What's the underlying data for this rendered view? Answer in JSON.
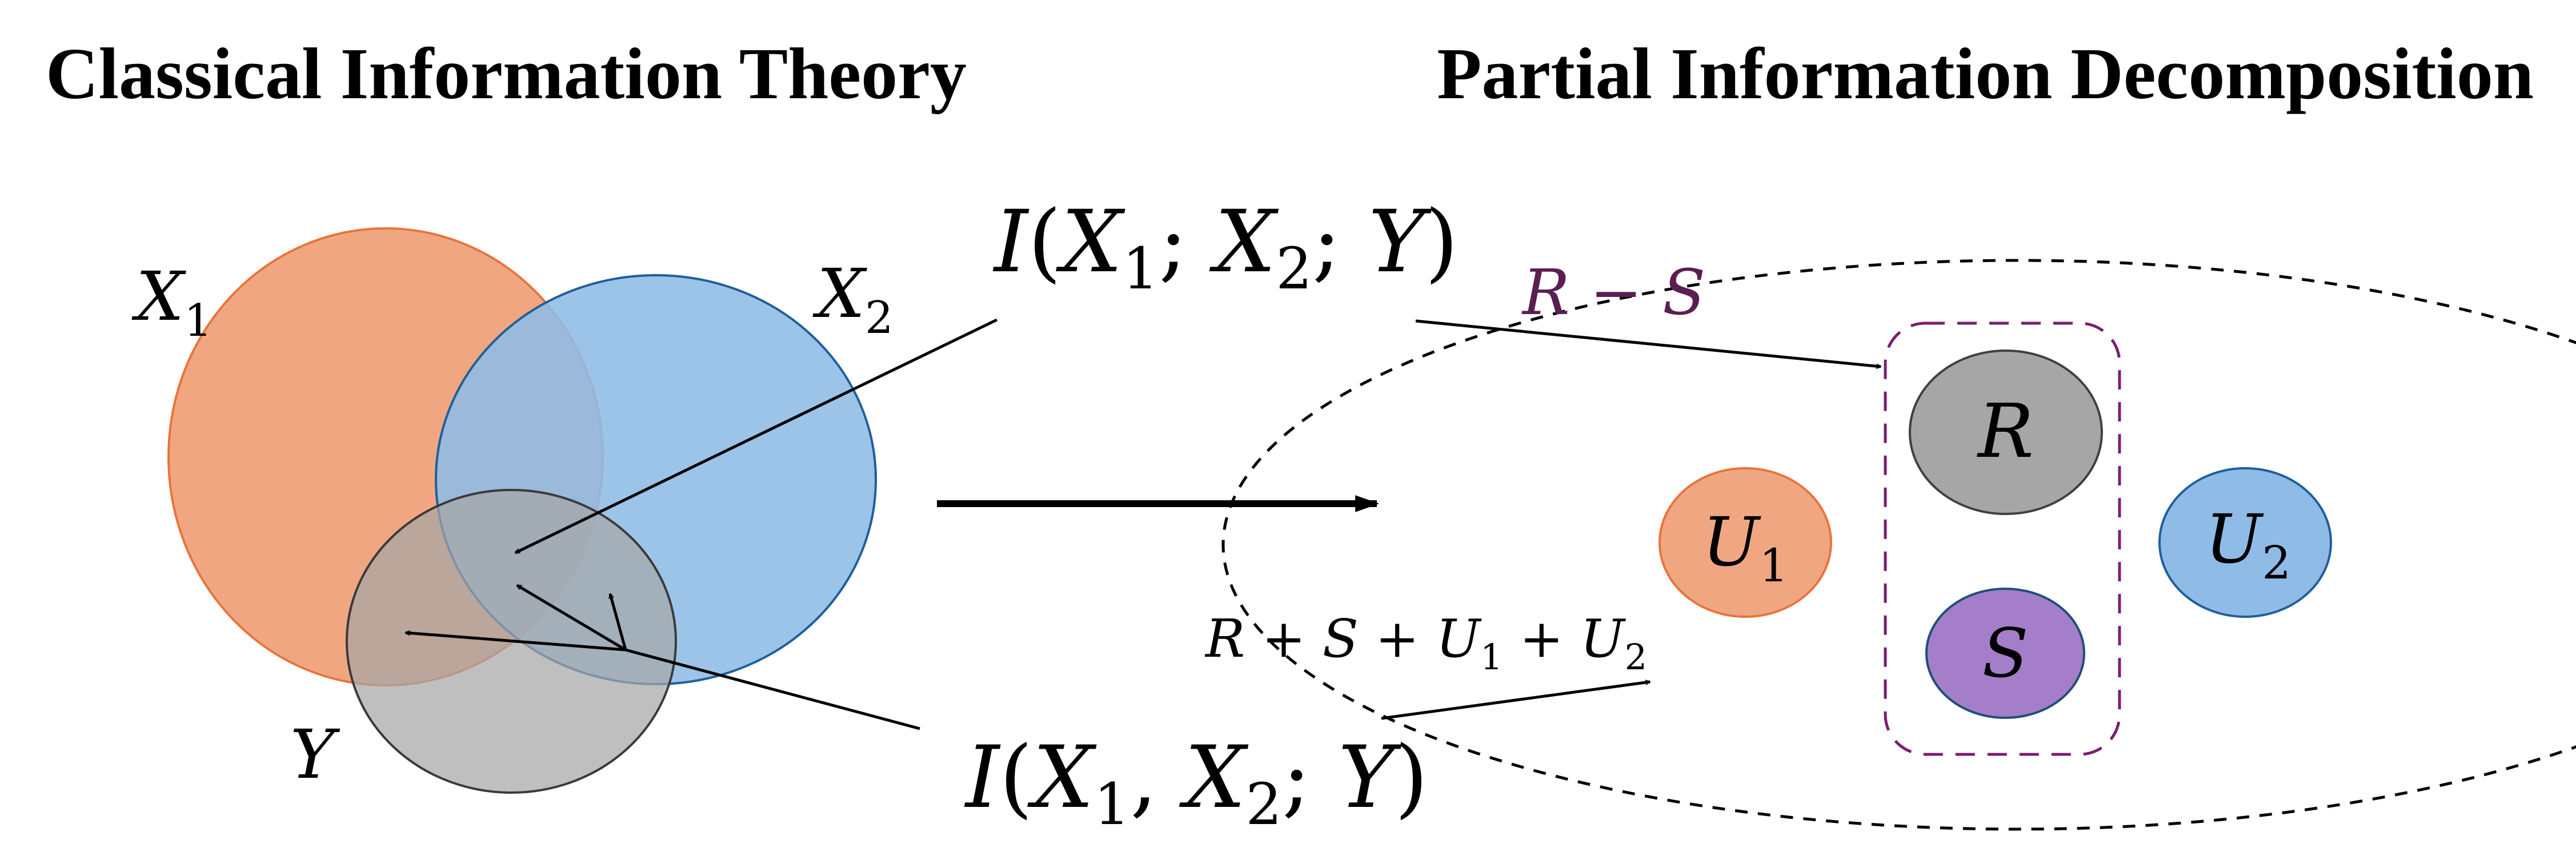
{
  "headings": {
    "left": "Classical Information Theory",
    "right": "Partial Information Decomposition"
  },
  "venn": {
    "x1": {
      "base": "X",
      "sub": "1",
      "color": "#F0A781",
      "stroke": "#E8743B"
    },
    "x2": {
      "base": "X",
      "sub": "2",
      "color": "#8EBCE6",
      "stroke": "#1F5F99"
    },
    "y": {
      "base": "Y",
      "color": "#A6A6A6",
      "stroke": "#3A3A3A"
    }
  },
  "formulas": {
    "interaction": {
      "f": "I",
      "open": "(",
      "a": "X",
      "a_sub": "1",
      "sep1": "; ",
      "b": "X",
      "b_sub": "2",
      "sep2": "; ",
      "c": "Y",
      "close": ")"
    },
    "joint": {
      "f": "I",
      "open": "(",
      "a": "X",
      "a_sub": "1",
      "sep1": ", ",
      "b": "X",
      "b_sub": "2",
      "sep2": "; ",
      "c": "Y",
      "close": ")"
    }
  },
  "pid": {
    "r_minus_s": {
      "a": "R",
      "op": " − ",
      "b": "S",
      "color": "#5B1E52"
    },
    "sum": {
      "r": "R",
      "p1": " + ",
      "s": "S",
      "p2": "  + ",
      "u1": "U",
      "u1_sub": "1",
      "p3": " + ",
      "u2": "U",
      "u2_sub": "2"
    },
    "atoms": {
      "R": {
        "label": "R",
        "color": "#A6A6A6",
        "stroke": "#404040"
      },
      "S": {
        "label": "S",
        "color": "#A47EC8",
        "stroke": "#1F4E79"
      },
      "U1": {
        "base": "U",
        "sub": "1",
        "color": "#F0A781",
        "stroke": "#E8743B"
      },
      "U2": {
        "base": "U",
        "sub": "2",
        "color": "#8EBCE6",
        "stroke": "#1F5F99"
      }
    },
    "dashed_group_color": "#7A1F6E"
  }
}
